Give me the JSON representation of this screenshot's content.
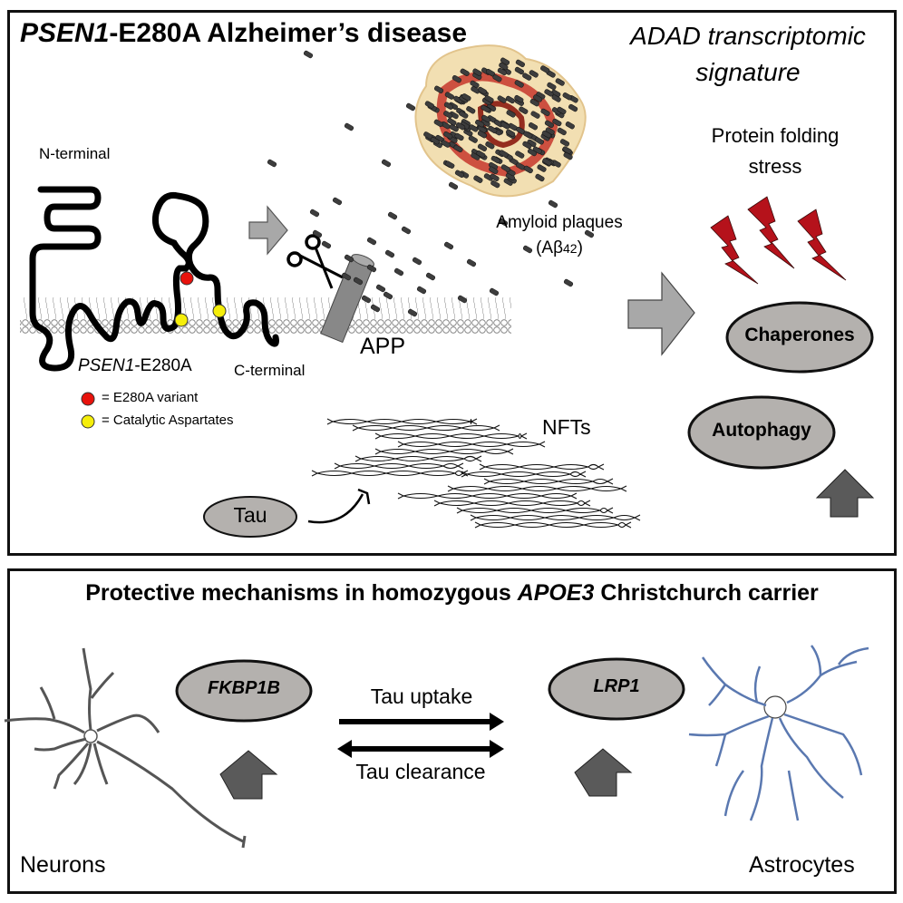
{
  "top_panel": {
    "title_italic": "PSEN1",
    "title_rest": "-E280A Alzheimer’s disease",
    "signature_title": [
      "ADAD transcriptomic",
      "signature"
    ],
    "n_terminal": "N-terminal",
    "c_terminal": "C-terminal",
    "psen_label_italic": "PSEN1",
    "psen_label_rest": "-E280A",
    "legend": [
      {
        "color": "#e8120c",
        "label": "= E280A variant"
      },
      {
        "color": "#f5ee0a",
        "label": "= Catalytic Aspartates"
      }
    ],
    "app_label": "APP",
    "amyloid_label": "Amyloid plaques",
    "amyloid_sub_prefix": "(Aβ",
    "amyloid_sub_num": "42",
    "amyloid_sub_suffix": ")",
    "stress_label": [
      "Protein folding",
      "stress"
    ],
    "chaperones": "Chaperones",
    "autophagy": "Autophagy",
    "nfts_label": "NFTs",
    "tau_label": "Tau"
  },
  "bottom_panel": {
    "title_part1": "Protective mechanisms in homozygous ",
    "title_italic": "APOE3",
    "title_part2": " Christchurch carrier",
    "fkbp": "FKBP1B",
    "lrp": "LRP1",
    "tau_uptake": "Tau uptake",
    "tau_clearance": "Tau clearance",
    "neurons": "Neurons",
    "astrocytes": "Astrocytes"
  },
  "colors": {
    "ellipse_fill": "#b4b1ae",
    "arrow_light": "#a8a8a8",
    "arrow_dark": "#5a5a5a",
    "bolt": "#b5121b",
    "astro": "#5a78b0",
    "plaque_core": "#c0201a",
    "plaque_halo": "#f2dfb2"
  }
}
